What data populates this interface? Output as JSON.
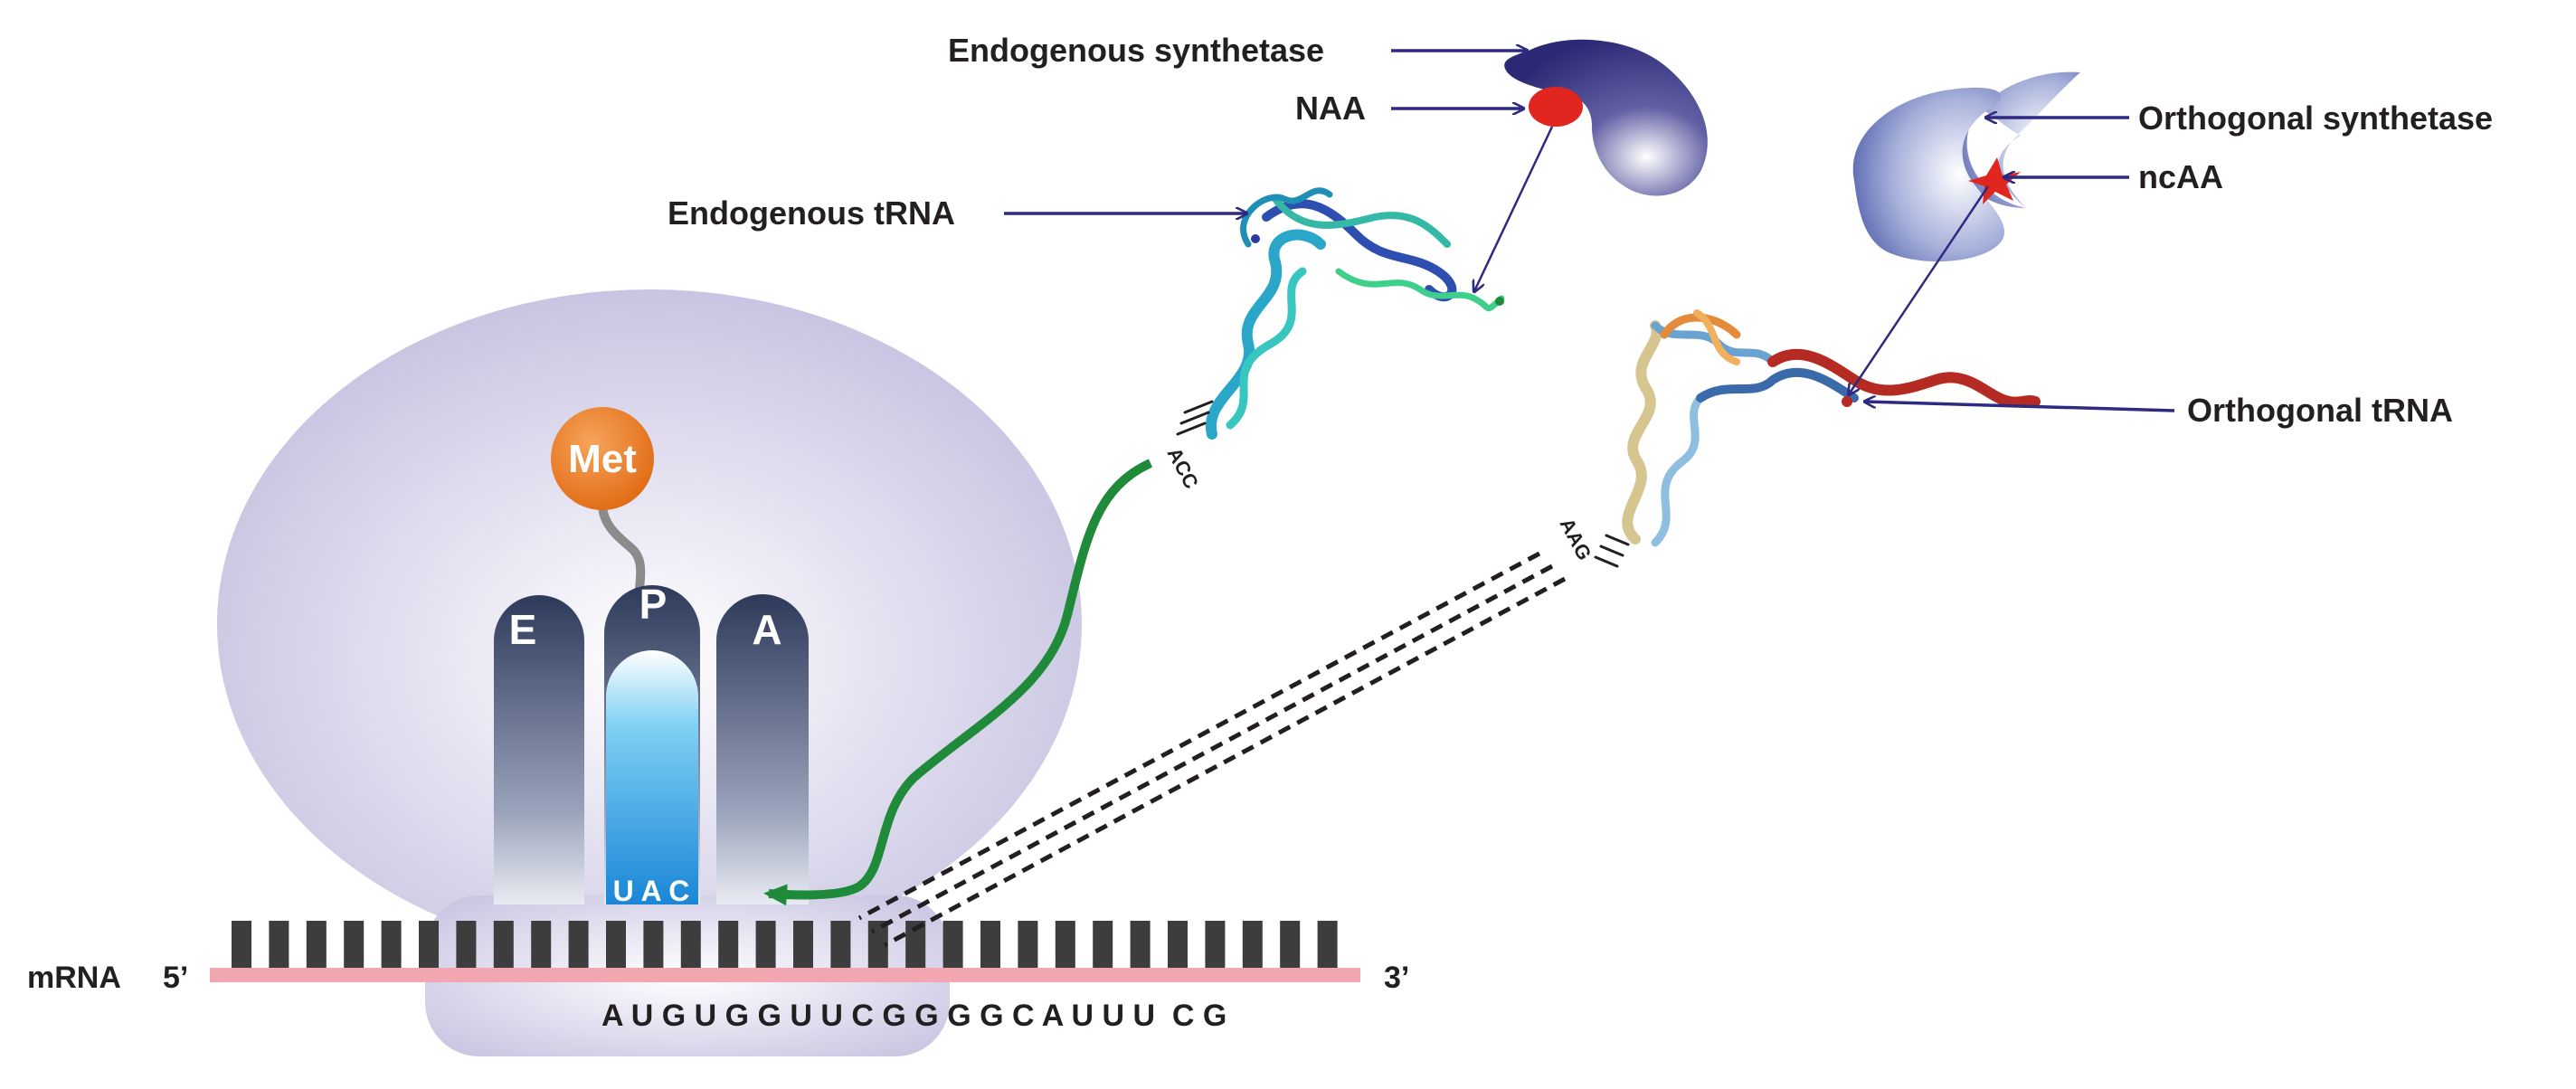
{
  "labels": {
    "endogenous_synthetase": "Endogenous synthetase",
    "naa": "NAA",
    "endogenous_trna": "Endogenous tRNA",
    "orthogonal_synthetase": "Orthogonal synthetase",
    "ncaa": "ncAA",
    "orthogonal_trna": "Orthogonal tRNA",
    "met": "Met",
    "site_e": "E",
    "site_p": "P",
    "site_a": "A",
    "anticodon_uac": "U A C",
    "anticodon_acc": "ACC",
    "anticodon_aag": "AAG",
    "mrna": "mRNA",
    "five_prime": "5’",
    "three_prime": "3’",
    "mrna_sequence": "A U G U G G U U C G G G G C A U U U  C G"
  },
  "colors": {
    "ribosome": "#cdc9e4",
    "arrow": "#2e2a80",
    "met": "#ee7a1f",
    "naa": "#e0261e",
    "ncaa": "#e0261e",
    "green_path": "#1f8a3a",
    "mrna_strand": "#f2a7b0",
    "codon_teeth": "#3d3d3d"
  }
}
